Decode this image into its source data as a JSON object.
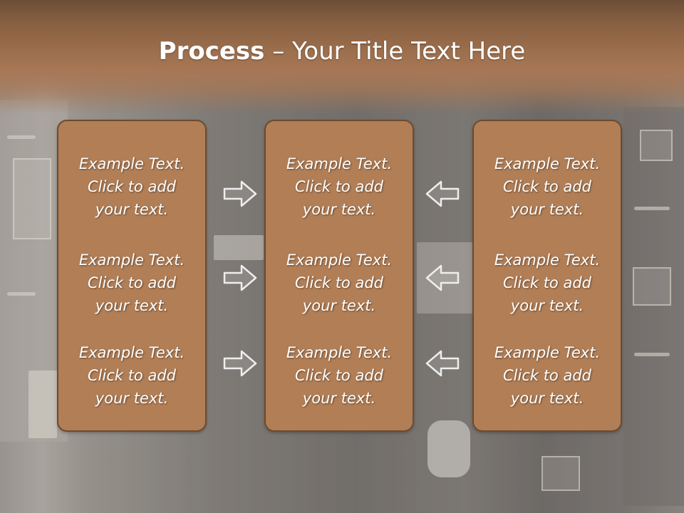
{
  "slide": {
    "title_bold": "Process",
    "title_dash": " – ",
    "title_rest": "Your Title Text Here"
  },
  "columns": [
    {
      "items": [
        {
          "l1": "Example Text.",
          "l2": "Click  to add",
          "l3": "your text."
        },
        {
          "l1": "Example Text.",
          "l2": "Click  to add",
          "l3": "your text."
        },
        {
          "l1": "Example Text.",
          "l2": "Click  to add",
          "l3": "your text."
        }
      ]
    },
    {
      "items": [
        {
          "l1": "Example Text.",
          "l2": "Click  to add",
          "l3": "your text."
        },
        {
          "l1": "Example Text.",
          "l2": "Click  to add",
          "l3": "your text."
        },
        {
          "l1": "Example Text.",
          "l2": "Click  to add",
          "l3": "your text."
        }
      ]
    },
    {
      "items": [
        {
          "l1": "Example Text.",
          "l2": "Click  to add",
          "l3": "your text."
        },
        {
          "l1": "Example Text.",
          "l2": "Click  to add",
          "l3": "your text."
        },
        {
          "l1": "Example Text.",
          "l2": "Click  to add",
          "l3": "your text."
        }
      ]
    }
  ],
  "arrows": {
    "left_group": [
      "arrow-right-icon",
      "arrow-right-icon",
      "arrow-right-icon"
    ],
    "right_group": [
      "arrow-left-icon",
      "arrow-left-icon",
      "arrow-left-icon"
    ]
  },
  "colors": {
    "box_fill": "#b17e56",
    "box_border": "#6e4a2e",
    "header": "#9c6f4d",
    "text": "#ffffff"
  }
}
